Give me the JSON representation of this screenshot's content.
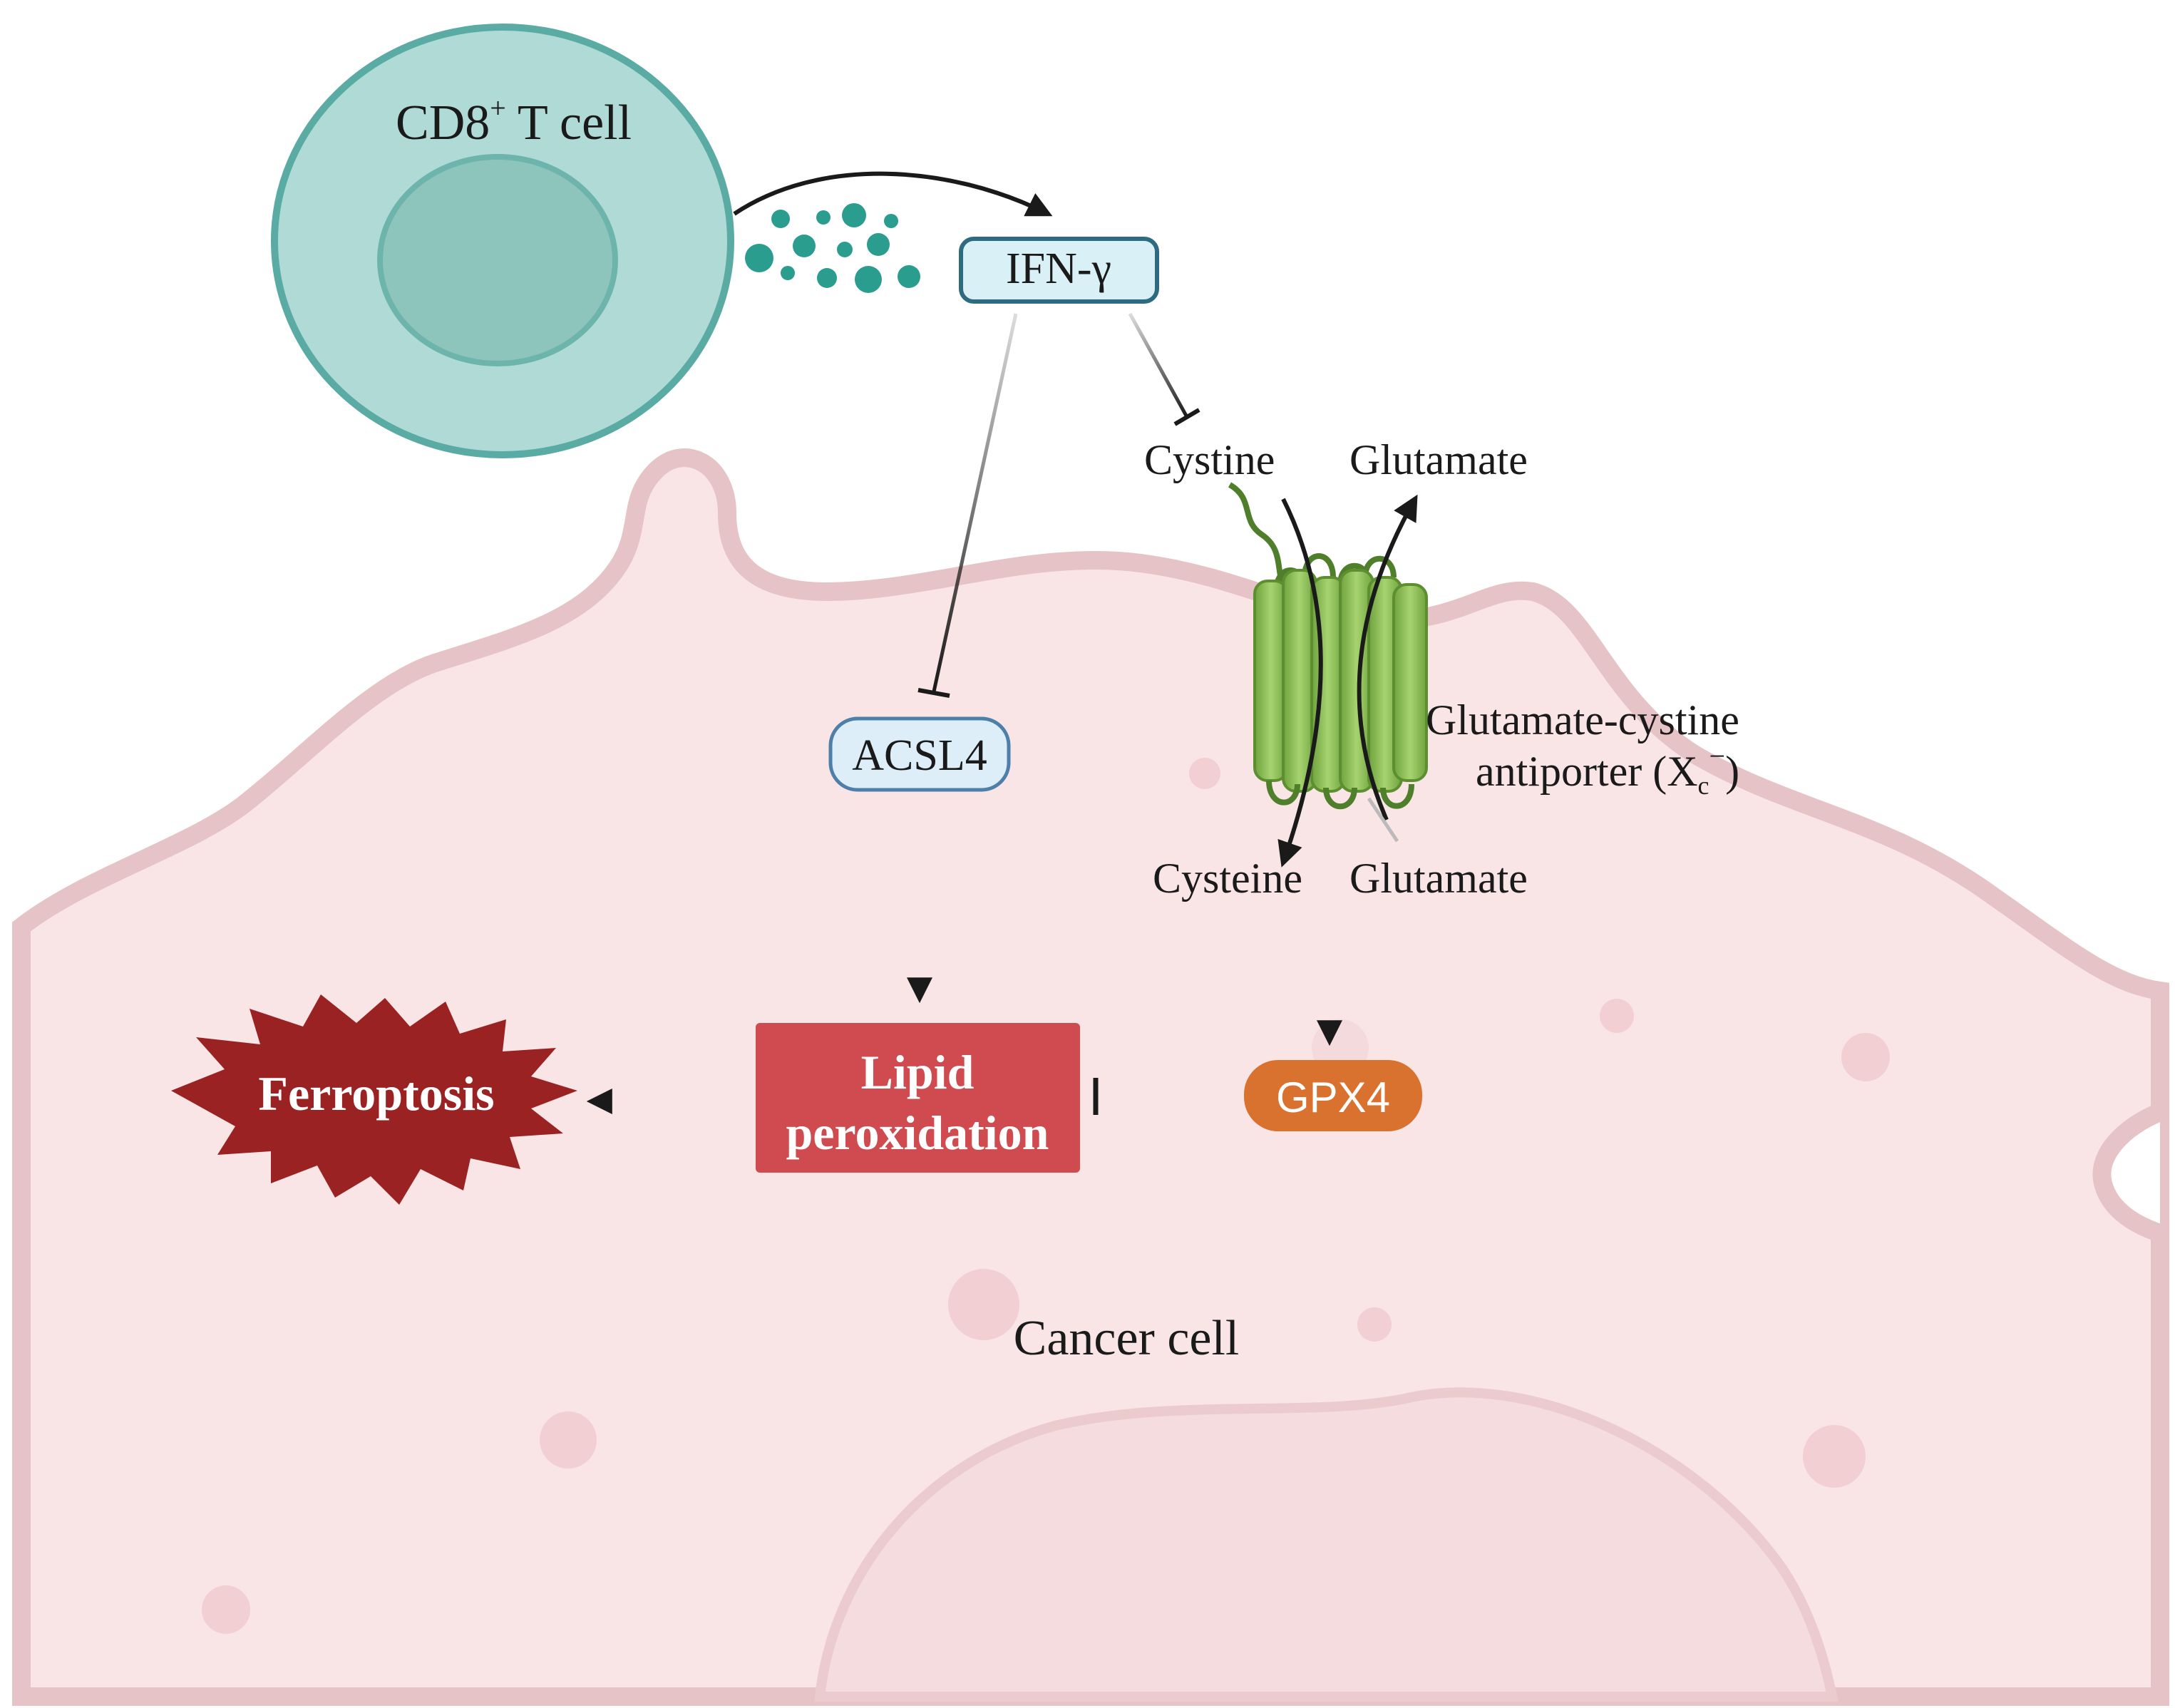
{
  "cells": {
    "t_cell_label": "CD8",
    "t_cell_sup": "+",
    "t_cell_suffix": " T cell",
    "cancer_cell_label": "Cancer cell"
  },
  "nodes": {
    "ifn": "IFN-γ",
    "acsl4": "ACSL4",
    "lipid_line1": "Lipid",
    "lipid_line2": "peroxidation",
    "ferroptosis": "Ferroptosis",
    "gpx4": "GPX4",
    "cystine": "Cystine",
    "glutamate_top": "Glutamate",
    "cysteine": "Cysteine",
    "glutamate_bottom": "Glutamate",
    "antiporter_line1": "Glutamate-cystine",
    "antiporter_line2_prefix": "antiporter (X",
    "antiporter_sub": "c",
    "antiporter_sup": "−",
    "antiporter_close": ")"
  },
  "colors": {
    "t_cell_fill": "#b0dad6",
    "t_cell_stroke": "#5aaba3",
    "nucleus_fill": "#8dc5bd",
    "granule": "#2a9d8f",
    "cancer_fill": "#f9e5e6",
    "cancer_stroke": "#e6c3c6",
    "ifn_box": "#d9f0f7",
    "ifn_stroke": "#2e6a80",
    "acsl4_box": "#ddeef9",
    "acsl4_stroke": "#4d7fa8",
    "lipid_box": "#cf4b4f",
    "ferroptosis_star": "#9b2222",
    "gpx4_box": "#d9712f",
    "antiporter_green": "#8fbf5a",
    "antiporter_dark": "#4f7f2a"
  }
}
